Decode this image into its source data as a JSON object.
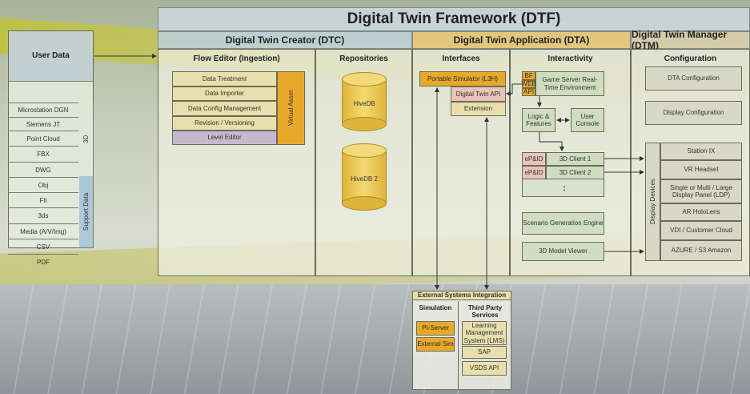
{
  "title": "Digital Twin Framework (DTF)",
  "sections": {
    "dtc": "Digital Twin Creator (DTC)",
    "dta": "Digital Twin Application (DTA)",
    "dtm": "Digital Twin Manager (DTM)"
  },
  "user_data": {
    "title": "User Data",
    "items": [
      "Microstation DGN",
      "Siemens JT",
      "Point Cloud",
      "FBX",
      "DWG",
      "Obj",
      "Flt",
      "3ds",
      "Media (A/V/Img)",
      "CSV",
      "PDF"
    ],
    "label_3d": "3D",
    "label_support": "Support Data"
  },
  "flow_editor": {
    "title": "Flow Editor (Ingestion)",
    "items": [
      "Data Treatment",
      "Data Importer",
      "Data Config Management",
      "Revision / Versioning",
      "Level Editor"
    ],
    "virtual_asset": "Virtual Asset"
  },
  "repositories": {
    "title": "Repositories",
    "db1": "HiveDB",
    "db2": "HiveDB 2"
  },
  "interfaces": {
    "title": "Interfaces",
    "portable": "Portable Simulator (L3H)",
    "api": "Digital Twin API",
    "extension": "Extension"
  },
  "interactivity": {
    "title": "Interactivity",
    "bf": "BF",
    "web": "WEB",
    "api": "API",
    "game_server": "Game Server Real-Time Environment",
    "logic": "Logic & Features",
    "user_console": "User Console",
    "clients": [
      {
        "tag": "eP&ID",
        "label": "3D Client 1"
      },
      {
        "tag": "eP&ID",
        "label": "3D Client 2"
      }
    ],
    "ellipsis": ":",
    "scenario": "Scenario Generation Engine",
    "model_viewer": "3D Model Viewer"
  },
  "configuration": {
    "title": "Configuration",
    "dta_config": "DTA Configuration",
    "display_config": "Display Configuration",
    "display_devices_label": "Display Devices",
    "devices": [
      "Station IX",
      "VR Headset",
      "Single or Multi / Large Display Panel (LDP)",
      "AR HoloLens",
      "VDI / Customer Cloud",
      "AZURE / S3 Amazon"
    ]
  },
  "external": {
    "title": "External Systems Integration",
    "simulation": "Simulation",
    "third_party": "Third Party Services",
    "sim_items": [
      "PI-Server",
      "External Sim"
    ],
    "tp_items": [
      "Learning Management System (LMS)",
      "SAP",
      "VSDS API"
    ]
  }
}
